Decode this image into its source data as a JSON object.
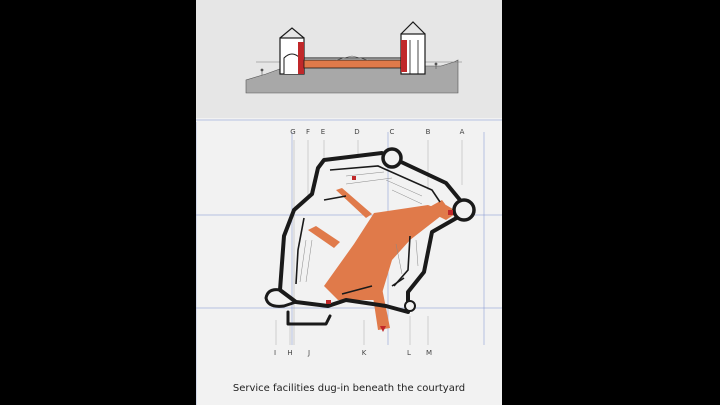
{
  "caption": "Service facilities dug-in beneath the courtyard",
  "grid_labels_top": [
    "G",
    "F",
    "E",
    "D",
    "C",
    "B",
    "A"
  ],
  "grid_labels_bottom": [
    "I",
    "H",
    "J",
    "K",
    "L",
    "M"
  ],
  "colors": {
    "background": "#000000",
    "slide": "#f2f2f2",
    "section_panel": "#e6e6e6",
    "highlight": "#e07a4a",
    "accent_red": "#c0282a",
    "wall": "#1a1a1a",
    "grid": "#7b8fcf",
    "ground": "#a8a8a8"
  }
}
